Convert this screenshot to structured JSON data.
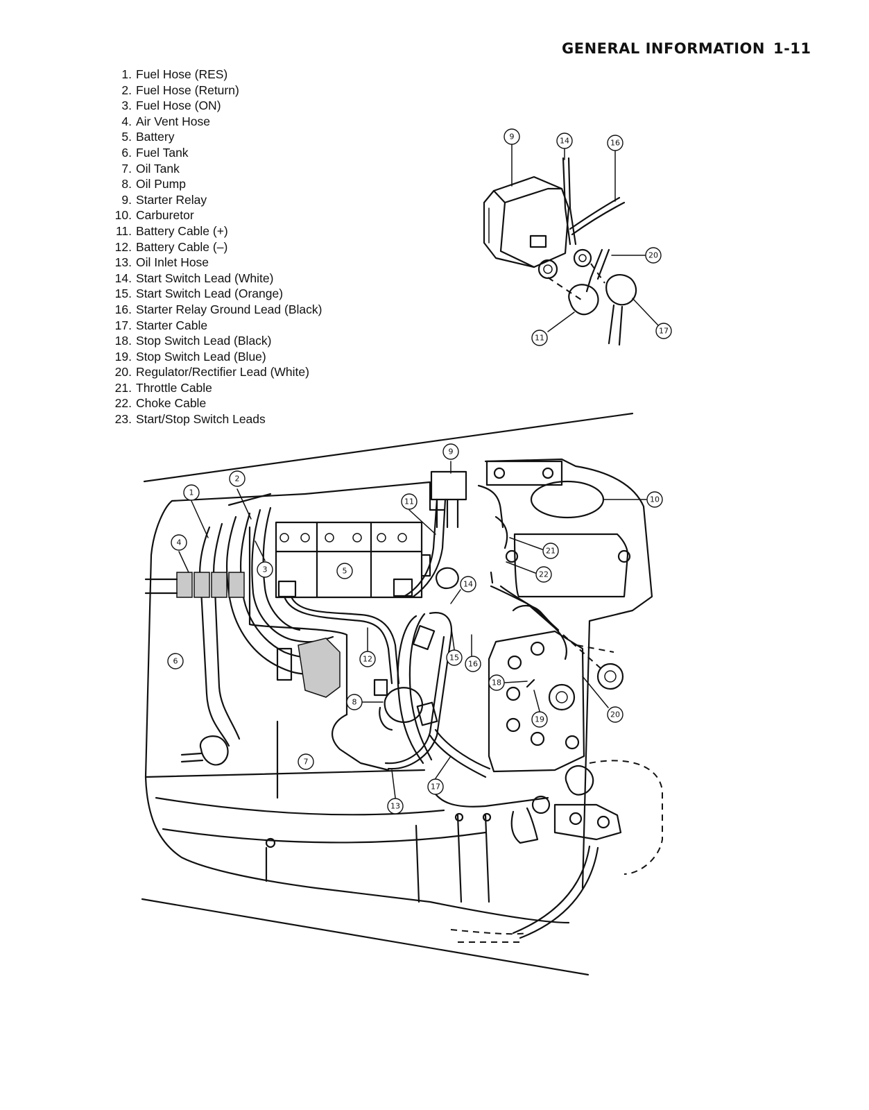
{
  "header": {
    "section": "GENERAL  INFORMATION",
    "page": "1-11"
  },
  "legend": [
    {
      "num": "1.",
      "label": "Fuel Hose (RES)"
    },
    {
      "num": "2.",
      "label": "Fuel Hose (Return)"
    },
    {
      "num": "3.",
      "label": "Fuel Hose (ON)"
    },
    {
      "num": "4.",
      "label": "Air Vent Hose"
    },
    {
      "num": "5.",
      "label": "Battery"
    },
    {
      "num": "6.",
      "label": "Fuel Tank"
    },
    {
      "num": "7.",
      "label": "Oil Tank"
    },
    {
      "num": "8.",
      "label": "Oil Pump"
    },
    {
      "num": "9.",
      "label": "Starter Relay"
    },
    {
      "num": "10.",
      "label": "Carburetor"
    },
    {
      "num": "11.",
      "label": "Battery Cable (+)"
    },
    {
      "num": "12.",
      "label": "Battery Cable (–)"
    },
    {
      "num": "13.",
      "label": "Oil Inlet Hose"
    },
    {
      "num": "14.",
      "label": "Start Switch Lead (White)"
    },
    {
      "num": "15.",
      "label": "Start Switch Lead (Orange)"
    },
    {
      "num": "16.",
      "label": "Starter Relay Ground Lead (Black)"
    },
    {
      "num": "17.",
      "label": "Starter Cable"
    },
    {
      "num": "18.",
      "label": "Stop Switch Lead (Black)"
    },
    {
      "num": "19.",
      "label": "Stop Switch Lead (Blue)"
    },
    {
      "num": "20.",
      "label": "Regulator/Rectifier Lead (White)"
    },
    {
      "num": "21.",
      "label": "Throttle Cable"
    },
    {
      "num": "22.",
      "label": "Choke Cable"
    },
    {
      "num": "23.",
      "label": "Start/Stop Switch Leads"
    }
  ],
  "callouts": {
    "inset": [
      "9",
      "14",
      "16",
      "20",
      "11",
      "17"
    ],
    "main": [
      "1",
      "2",
      "4",
      "3",
      "5",
      "6",
      "7",
      "8",
      "9",
      "11",
      "10",
      "21",
      "22",
      "14",
      "12",
      "15",
      "16",
      "18",
      "19",
      "20",
      "13",
      "17"
    ]
  }
}
